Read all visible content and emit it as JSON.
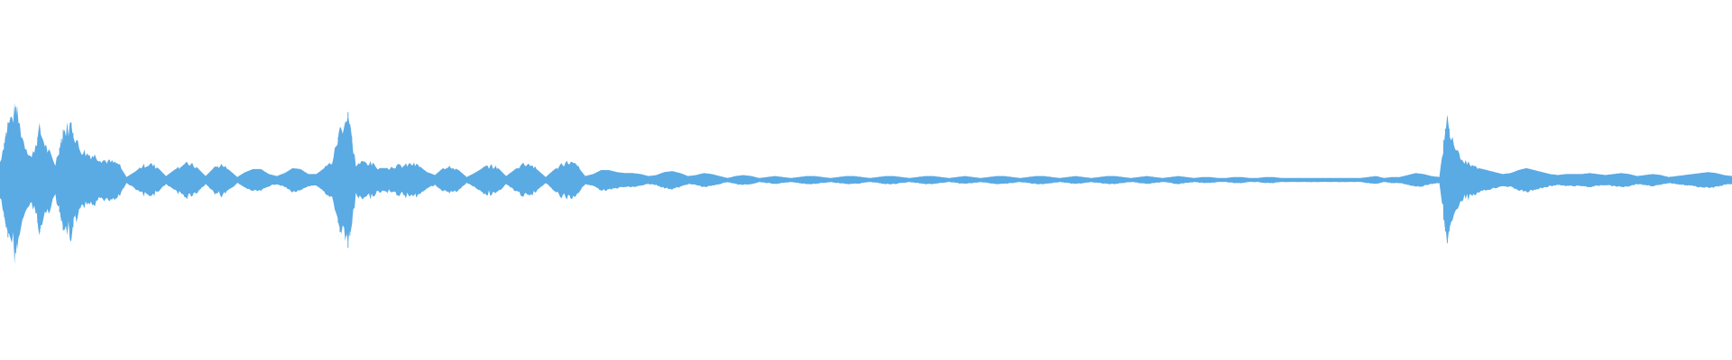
{
  "waveform": {
    "color": "#5aaae4",
    "background": "#ffffff",
    "amplitude_envelope": [
      0.18,
      0.55,
      0.7,
      0.38,
      0.22,
      0.5,
      0.3,
      0.16,
      0.48,
      0.55,
      0.32,
      0.26,
      0.24,
      0.2,
      0.18,
      0.16,
      0.03,
      0.08,
      0.14,
      0.16,
      0.12,
      0.04,
      0.1,
      0.15,
      0.16,
      0.12,
      0.04,
      0.12,
      0.15,
      0.1,
      0.03,
      0.08,
      0.11,
      0.11,
      0.06,
      0.04,
      0.07,
      0.12,
      0.11,
      0.06,
      0.06,
      0.12,
      0.18,
      0.5,
      0.65,
      0.15,
      0.18,
      0.16,
      0.12,
      0.12,
      0.14,
      0.14,
      0.16,
      0.14,
      0.08,
      0.05,
      0.12,
      0.14,
      0.1,
      0.03,
      0.07,
      0.12,
      0.14,
      0.12,
      0.04,
      0.1,
      0.16,
      0.16,
      0.1,
      0.03,
      0.1,
      0.16,
      0.18,
      0.14,
      0.04,
      0.06,
      0.1,
      0.1,
      0.08,
      0.07,
      0.07,
      0.06,
      0.04,
      0.05,
      0.08,
      0.09,
      0.07,
      0.04,
      0.05,
      0.07,
      0.06,
      0.04,
      0.02,
      0.04,
      0.05,
      0.04,
      0.02,
      0.03,
      0.04,
      0.03,
      0.02,
      0.03,
      0.04,
      0.04,
      0.03,
      0.02,
      0.03,
      0.04,
      0.04,
      0.03,
      0.02,
      0.03,
      0.04,
      0.04,
      0.03,
      0.02,
      0.03,
      0.04,
      0.04,
      0.03,
      0.02,
      0.03,
      0.04,
      0.03,
      0.02,
      0.03,
      0.04,
      0.04,
      0.03,
      0.02,
      0.03,
      0.04,
      0.04,
      0.03,
      0.02,
      0.03,
      0.04,
      0.03,
      0.02,
      0.03,
      0.04,
      0.04,
      0.03,
      0.02,
      0.03,
      0.04,
      0.03,
      0.02,
      0.03,
      0.04,
      0.03,
      0.02,
      0.03,
      0.03,
      0.02,
      0.02,
      0.03,
      0.03,
      0.02,
      0.02,
      0.03,
      0.03,
      0.02,
      0.02,
      0.02,
      0.02,
      0.02,
      0.02,
      0.02,
      0.02,
      0.02,
      0.02,
      0.02,
      0.03,
      0.04,
      0.02,
      0.03,
      0.03,
      0.05,
      0.07,
      0.06,
      0.04,
      0.03,
      0.6,
      0.35,
      0.2,
      0.16,
      0.12,
      0.1,
      0.08,
      0.06,
      0.07,
      0.1,
      0.12,
      0.1,
      0.08,
      0.06,
      0.05,
      0.06,
      0.06,
      0.06,
      0.07,
      0.06,
      0.05,
      0.06,
      0.07,
      0.06,
      0.04,
      0.05,
      0.06,
      0.05,
      0.03,
      0.04,
      0.05,
      0.06,
      0.07,
      0.08,
      0.07,
      0.05,
      0.04
    ]
  }
}
